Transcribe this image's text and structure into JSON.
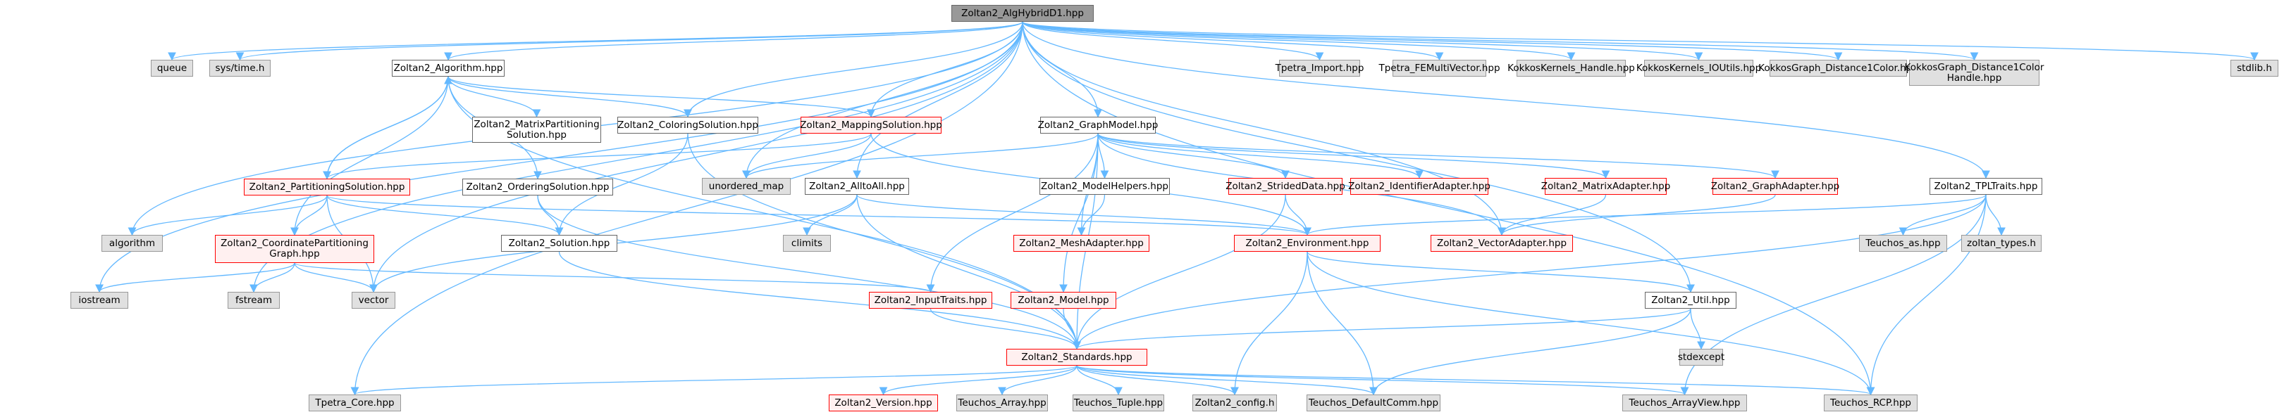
{
  "diagram": {
    "title": "Zoltan2_AlgHybridD1.hpp",
    "colors": {
      "edge": "#63b8ff",
      "root_fill": "#999999",
      "system_fill": "#e0e0e0",
      "documented_fill": "#ffffff",
      "undocumented_fill": "#fff0f0",
      "undocumented_border": "#ff0000"
    },
    "nodes": [
      {
        "id": "root",
        "label": "Zoltan2_AlgHybridD1.hpp",
        "kind": "root"
      },
      {
        "id": "queue",
        "label": "queue",
        "kind": "sys"
      },
      {
        "id": "systime",
        "label": "sys/time.h",
        "kind": "sys"
      },
      {
        "id": "algorithm_hpp",
        "label": "Zoltan2_Algorithm.hpp",
        "kind": "doc"
      },
      {
        "id": "matrixpart",
        "label": "Zoltan2_MatrixPartitioning\nSolution.hpp",
        "kind": "doc"
      },
      {
        "id": "coloring",
        "label": "Zoltan2_ColoringSolution.hpp",
        "kind": "doc"
      },
      {
        "id": "mapping",
        "label": "Zoltan2_MappingSolution.hpp",
        "kind": "red"
      },
      {
        "id": "graphmodel",
        "label": "Zoltan2_GraphModel.hpp",
        "kind": "doc"
      },
      {
        "id": "tpetra_import",
        "label": "Tpetra_Import.hpp",
        "kind": "sys"
      },
      {
        "id": "tpetra_fe",
        "label": "Tpetra_FEMultiVector.hpp",
        "kind": "sys"
      },
      {
        "id": "kk_handle",
        "label": "KokkosKernels_Handle.hpp",
        "kind": "sys"
      },
      {
        "id": "kk_ioutils",
        "label": "KokkosKernels_IOUtils.hpp",
        "kind": "sys"
      },
      {
        "id": "kg_d1c",
        "label": "KokkosGraph_Distance1Color.hpp",
        "kind": "sys"
      },
      {
        "id": "kg_d1ch",
        "label": "KokkosGraph_Distance1Color\nHandle.hpp",
        "kind": "sys"
      },
      {
        "id": "stdlib",
        "label": "stdlib.h",
        "kind": "sys"
      },
      {
        "id": "partsol",
        "label": "Zoltan2_PartitioningSolution.hpp",
        "kind": "red"
      },
      {
        "id": "ordersol",
        "label": "Zoltan2_OrderingSolution.hpp",
        "kind": "doc"
      },
      {
        "id": "umap",
        "label": "unordered_map",
        "kind": "sys"
      },
      {
        "id": "alltoall",
        "label": "Zoltan2_AlltoAll.hpp",
        "kind": "doc"
      },
      {
        "id": "modelhelpers",
        "label": "Zoltan2_ModelHelpers.hpp",
        "kind": "doc"
      },
      {
        "id": "strided",
        "label": "Zoltan2_StridedData.hpp",
        "kind": "red"
      },
      {
        "id": "identadapter",
        "label": "Zoltan2_IdentifierAdapter.hpp",
        "kind": "red"
      },
      {
        "id": "matrixadapter",
        "label": "Zoltan2_MatrixAdapter.hpp",
        "kind": "red"
      },
      {
        "id": "graphadapter",
        "label": "Zoltan2_GraphAdapter.hpp",
        "kind": "red"
      },
      {
        "id": "tpltraits",
        "label": "Zoltan2_TPLTraits.hpp",
        "kind": "doc"
      },
      {
        "id": "algorithm",
        "label": "algorithm",
        "kind": "sys"
      },
      {
        "id": "coordpart",
        "label": "Zoltan2_CoordinatePartitioning\nGraph.hpp",
        "kind": "red"
      },
      {
        "id": "solution",
        "label": "Zoltan2_Solution.hpp",
        "kind": "doc"
      },
      {
        "id": "climits",
        "label": "climits",
        "kind": "sys"
      },
      {
        "id": "meshadapter",
        "label": "Zoltan2_MeshAdapter.hpp",
        "kind": "red"
      },
      {
        "id": "environment",
        "label": "Zoltan2_Environment.hpp",
        "kind": "red"
      },
      {
        "id": "vectoradapter",
        "label": "Zoltan2_VectorAdapter.hpp",
        "kind": "red"
      },
      {
        "id": "teuchos_as",
        "label": "Teuchos_as.hpp",
        "kind": "sys"
      },
      {
        "id": "zoltan_types",
        "label": "zoltan_types.h",
        "kind": "sys"
      },
      {
        "id": "iostream",
        "label": "iostream",
        "kind": "sys"
      },
      {
        "id": "fstream",
        "label": "fstream",
        "kind": "sys"
      },
      {
        "id": "vector",
        "label": "vector",
        "kind": "sys"
      },
      {
        "id": "inputtraits",
        "label": "Zoltan2_InputTraits.hpp",
        "kind": "red"
      },
      {
        "id": "model",
        "label": "Zoltan2_Model.hpp",
        "kind": "red"
      },
      {
        "id": "util",
        "label": "Zoltan2_Util.hpp",
        "kind": "doc"
      },
      {
        "id": "stdexcept",
        "label": "stdexcept",
        "kind": "sys"
      },
      {
        "id": "standards",
        "label": "Zoltan2_Standards.hpp",
        "kind": "red"
      },
      {
        "id": "tpetra_core",
        "label": "Tpetra_Core.hpp",
        "kind": "sys"
      },
      {
        "id": "version",
        "label": "Zoltan2_Version.hpp",
        "kind": "red"
      },
      {
        "id": "t_array",
        "label": "Teuchos_Array.hpp",
        "kind": "sys"
      },
      {
        "id": "t_tuple",
        "label": "Teuchos_Tuple.hpp",
        "kind": "sys"
      },
      {
        "id": "config",
        "label": "Zoltan2_config.h",
        "kind": "sys"
      },
      {
        "id": "t_defcomm",
        "label": "Teuchos_DefaultComm.hpp",
        "kind": "sys"
      },
      {
        "id": "t_arrayview",
        "label": "Teuchos_ArrayView.hpp",
        "kind": "sys"
      },
      {
        "id": "t_rcp",
        "label": "Teuchos_RCP.hpp",
        "kind": "sys"
      }
    ],
    "edges": [
      [
        "root",
        "queue"
      ],
      [
        "root",
        "systime"
      ],
      [
        "root",
        "algorithm_hpp"
      ],
      [
        "root",
        "coloring"
      ],
      [
        "root",
        "mapping"
      ],
      [
        "root",
        "graphmodel"
      ],
      [
        "root",
        "tpetra_import"
      ],
      [
        "root",
        "tpetra_fe"
      ],
      [
        "root",
        "kk_handle"
      ],
      [
        "root",
        "kk_ioutils"
      ],
      [
        "root",
        "kg_d1c"
      ],
      [
        "root",
        "kg_d1ch"
      ],
      [
        "root",
        "stdlib"
      ],
      [
        "root",
        "umap"
      ],
      [
        "root",
        "alltoall"
      ],
      [
        "root",
        "tpltraits"
      ],
      [
        "root",
        "algorithm"
      ],
      [
        "root",
        "iostream"
      ],
      [
        "root",
        "fstream"
      ],
      [
        "root",
        "vector"
      ],
      [
        "root",
        "tpetra_core"
      ],
      [
        "root",
        "t_rcp"
      ],
      [
        "root",
        "vectoradapter"
      ],
      [
        "root",
        "util"
      ],
      [
        "algorithm_hpp",
        "matrixpart"
      ],
      [
        "algorithm_hpp",
        "coloring"
      ],
      [
        "algorithm_hpp",
        "mapping"
      ],
      [
        "algorithm_hpp",
        "partsol"
      ],
      [
        "algorithm_hpp",
        "ordersol"
      ],
      [
        "algorithm_hpp",
        "coordpart"
      ],
      [
        "algorithm_hpp",
        "standards"
      ],
      [
        "partsol",
        "algorithm_hpp"
      ],
      [
        "partsol",
        "algorithm"
      ],
      [
        "partsol",
        "coordpart"
      ],
      [
        "partsol",
        "solution"
      ],
      [
        "partsol",
        "vector"
      ],
      [
        "partsol",
        "environment"
      ],
      [
        "coloring",
        "solution"
      ],
      [
        "coloring",
        "standards"
      ],
      [
        "mapping",
        "partsol"
      ],
      [
        "mapping",
        "umap"
      ],
      [
        "mapping",
        "environment"
      ],
      [
        "ordersol",
        "solution"
      ],
      [
        "ordersol",
        "standards"
      ],
      [
        "coordpart",
        "iostream"
      ],
      [
        "coordpart",
        "fstream"
      ],
      [
        "coordpart",
        "vector"
      ],
      [
        "coordpart",
        "inputtraits"
      ],
      [
        "solution",
        "standards"
      ],
      [
        "graphmodel",
        "umap"
      ],
      [
        "graphmodel",
        "modelhelpers"
      ],
      [
        "graphmodel",
        "strided"
      ],
      [
        "graphmodel",
        "identadapter"
      ],
      [
        "graphmodel",
        "matrixadapter"
      ],
      [
        "graphmodel",
        "graphadapter"
      ],
      [
        "graphmodel",
        "vectoradapter"
      ],
      [
        "graphmodel",
        "meshadapter"
      ],
      [
        "graphmodel",
        "inputtraits"
      ],
      [
        "graphmodel",
        "model"
      ],
      [
        "graphmodel",
        "standards"
      ],
      [
        "alltoall",
        "climits"
      ],
      [
        "alltoall",
        "vector"
      ],
      [
        "alltoall",
        "environment"
      ],
      [
        "alltoall",
        "standards"
      ],
      [
        "modelhelpers",
        "meshadapter"
      ],
      [
        "strided",
        "environment"
      ],
      [
        "strided",
        "standards"
      ],
      [
        "matrixadapter",
        "vectoradapter"
      ],
      [
        "graphadapter",
        "vectoradapter"
      ],
      [
        "tpltraits",
        "environment"
      ],
      [
        "tpltraits",
        "teuchos_as"
      ],
      [
        "tpltraits",
        "zoltan_types"
      ],
      [
        "tpltraits",
        "standards"
      ],
      [
        "tpltraits",
        "t_rcp"
      ],
      [
        "tpltraits",
        "t_arrayview"
      ],
      [
        "environment",
        "util"
      ],
      [
        "environment",
        "config"
      ],
      [
        "environment",
        "t_defcomm"
      ],
      [
        "environment",
        "t_rcp"
      ],
      [
        "inputtraits",
        "standards"
      ],
      [
        "model",
        "standards"
      ],
      [
        "util",
        "standards"
      ],
      [
        "util",
        "stdexcept"
      ],
      [
        "util",
        "t_defcomm"
      ],
      [
        "standards",
        "tpetra_core"
      ],
      [
        "standards",
        "version"
      ],
      [
        "standards",
        "t_array"
      ],
      [
        "standards",
        "t_tuple"
      ],
      [
        "standards",
        "config"
      ],
      [
        "standards",
        "t_defcomm"
      ],
      [
        "standards",
        "t_arrayview"
      ],
      [
        "standards",
        "t_rcp"
      ]
    ]
  }
}
